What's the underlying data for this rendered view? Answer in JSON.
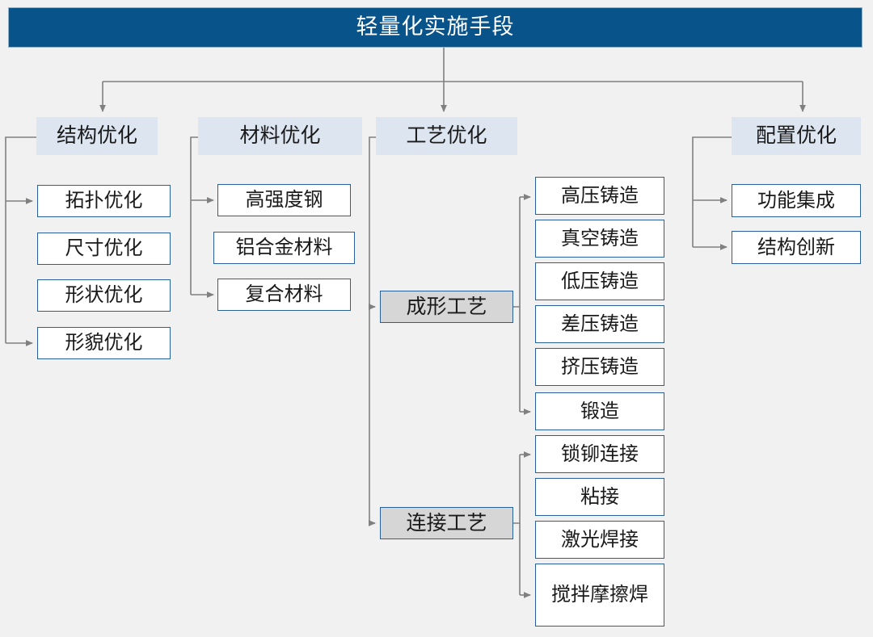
{
  "page": {
    "background": "#f1f1f1",
    "title_fill": "#07538a",
    "header_fill": "#dce5f0",
    "leaf_fill": "#ffffff",
    "mid_fill": "#d6d6d6",
    "border_accent": "#2a6099",
    "connector_color": "#808080"
  },
  "root": {
    "label": "轻量化实施手段"
  },
  "branches": [
    {
      "id": "structure",
      "header": "结构优化",
      "items": [
        "拓扑优化",
        "尺寸优化",
        "形状优化",
        "形貌优化"
      ]
    },
    {
      "id": "material",
      "header": "材料优化",
      "items": [
        "高强度钢",
        "铝合金材料",
        "复合材料"
      ]
    },
    {
      "id": "process",
      "header": "工艺优化",
      "groups": [
        {
          "id": "forming",
          "label": "成形工艺",
          "items": [
            "高压铸造",
            "真空铸造",
            "低压铸造",
            "差压铸造",
            "挤压铸造",
            "锻造"
          ]
        },
        {
          "id": "joining",
          "label": "连接工艺",
          "items": [
            "锁铆连接",
            "粘接",
            "激光焊接",
            "搅拌摩擦焊"
          ]
        }
      ]
    },
    {
      "id": "configuration",
      "header": "配置优化",
      "items": [
        "功能集成",
        "结构创新"
      ]
    }
  ]
}
